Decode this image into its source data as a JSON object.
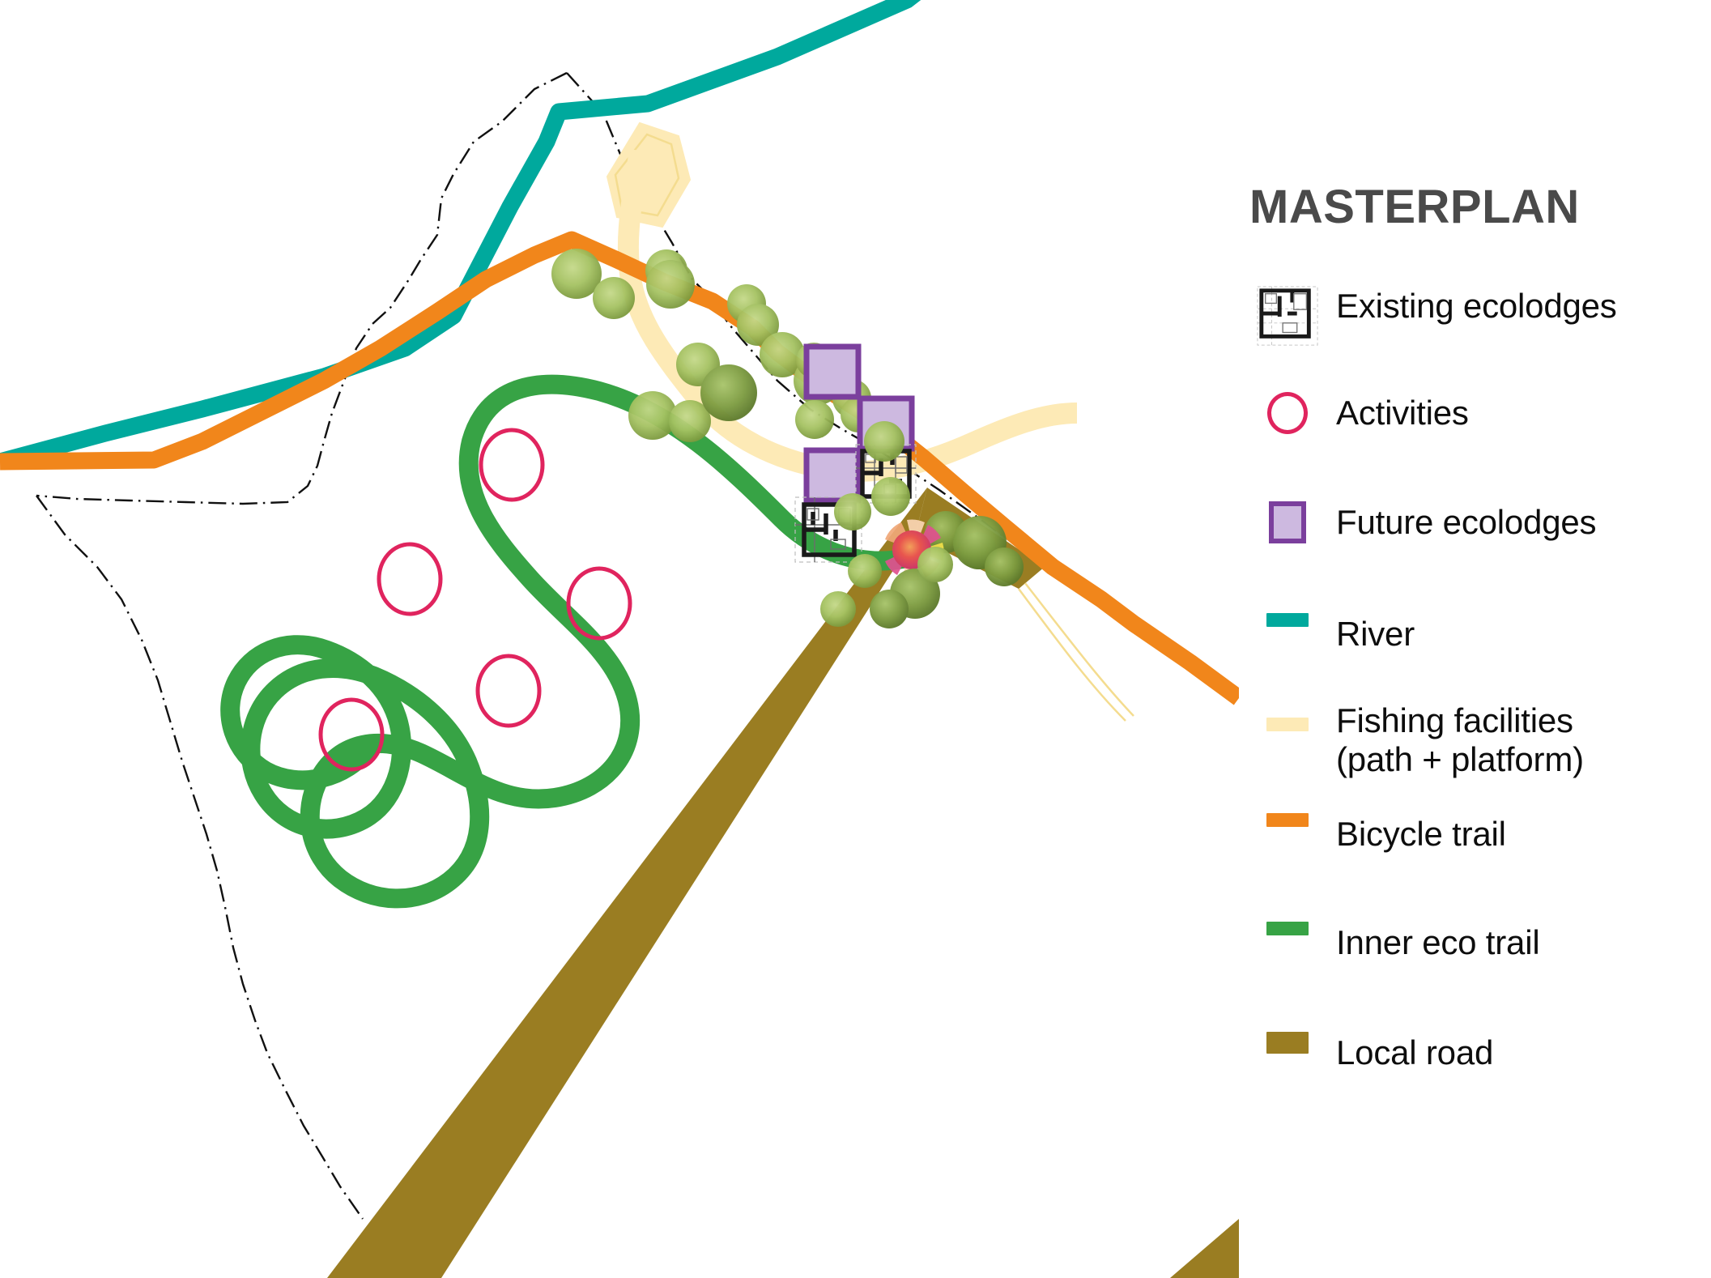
{
  "title": "MASTERPLAN",
  "title_color": "#4a4a4a",
  "legend": {
    "items": [
      {
        "key": "existing-ecolodges",
        "label": "Existing ecolodges",
        "symbol": "floorplan-icon",
        "color": "#1a1a1a"
      },
      {
        "key": "activities",
        "label": "Activities",
        "symbol": "circle-outline-icon",
        "color": "#e0245e"
      },
      {
        "key": "future-ecolodges",
        "label": "Future ecolodges",
        "symbol": "filled-square-icon",
        "color": "#7b3f9d",
        "fill": "#cdb9e0"
      },
      {
        "key": "river",
        "label": "River",
        "symbol": "line-swatch-icon",
        "color": "#00a99d"
      },
      {
        "key": "fishing-facilities",
        "label": "Fishing facilities\n(path + platform)",
        "symbol": "line-swatch-icon",
        "color": "#fdeab6"
      },
      {
        "key": "bicycle-trail",
        "label": "Bicycle trail",
        "symbol": "line-swatch-icon",
        "color": "#f1861b"
      },
      {
        "key": "inner-eco-trail",
        "label": "Inner eco trail",
        "symbol": "line-swatch-icon",
        "color": "#37a345"
      },
      {
        "key": "local-road",
        "label": "Local road",
        "symbol": "line-swatch-icon",
        "color": "#9a7d22"
      }
    ]
  },
  "map": {
    "background": "#ffffff",
    "site_boundary": {
      "name": "site-boundary",
      "style": "dash-dot",
      "color": "#111111"
    },
    "features": {
      "river": {
        "color": "#00a99d",
        "width": 21
      },
      "bicycle_trail": {
        "color": "#f1861b",
        "width": 21
      },
      "inner_eco_trail": {
        "color": "#37a345",
        "width": 24
      },
      "fishing_path": {
        "color": "#fdeab6",
        "width": 26
      },
      "local_road": {
        "color": "#9a7d22"
      },
      "activities": {
        "color": "#e0245e",
        "count": 5
      },
      "future_ecolodges": {
        "fill": "#cdb9e0",
        "stroke": "#7b3f9d",
        "count": 3
      },
      "existing_ecolodges": {
        "stroke": "#1a1a1a",
        "count": 2
      },
      "fishing_platform": {
        "fill": "#fdeab6",
        "stroke": "#f4dc8f"
      },
      "trees": {
        "count": 22,
        "color": "#8aad4a"
      },
      "central_garden": {
        "colors": [
          "#e8554e",
          "#f5a45a",
          "#e8518f",
          "#f2e04a"
        ]
      }
    }
  }
}
